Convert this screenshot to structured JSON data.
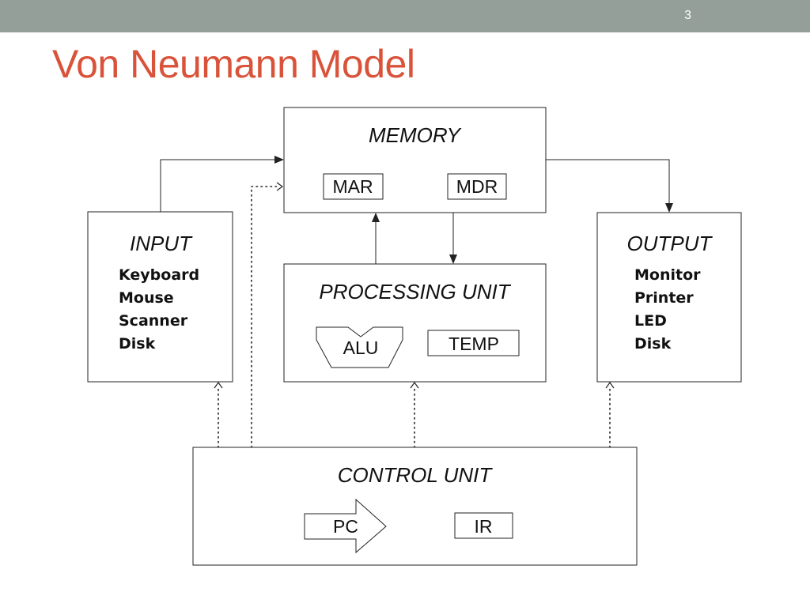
{
  "slide": {
    "number": "3",
    "title": "Von Neumann Model"
  },
  "memory": {
    "title": "MEMORY",
    "registers": [
      "MAR",
      "MDR"
    ]
  },
  "input": {
    "title": "INPUT",
    "devices": [
      "Keyboard",
      "Mouse",
      "Scanner",
      "Disk"
    ]
  },
  "output": {
    "title": "OUTPUT",
    "devices": [
      "Monitor",
      "Printer",
      "LED",
      "Disk"
    ]
  },
  "processing_unit": {
    "title": "PROCESSING UNIT",
    "alu": "ALU",
    "temp": "TEMP"
  },
  "control_unit": {
    "title": "CONTROL UNIT",
    "pc": "PC",
    "ir": "IR"
  },
  "colors": {
    "topbar": "#939f98",
    "title": "#d9533a"
  }
}
